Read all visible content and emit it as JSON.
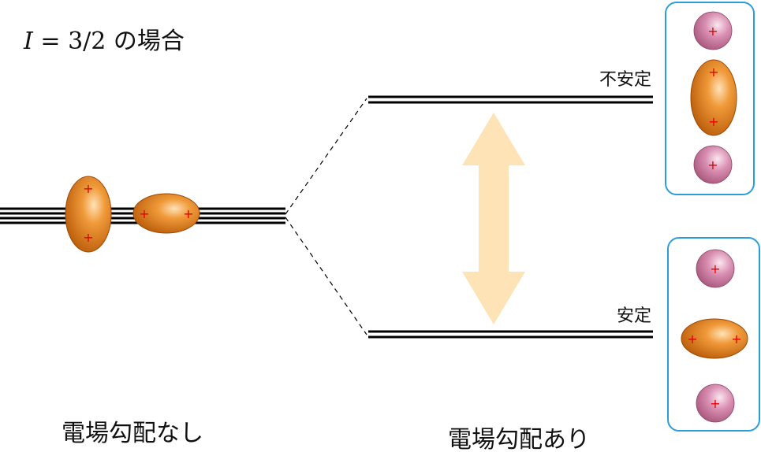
{
  "title": {
    "italic_symbol": "I",
    "equals_value": " = 3/2",
    "suffix": " の場合"
  },
  "levels": {
    "unstable_label": "不安定",
    "stable_label": "安定"
  },
  "bottom_labels": {
    "no_gradient": "電場勾配なし",
    "with_gradient": "電場勾配あり"
  },
  "charge_symbol": "+",
  "colors": {
    "nucleus_orange": "#d9730f",
    "nucleus_highlight": "#ffd9a8",
    "charge_sphere": "#d07fa3",
    "charge_highlight": "#f6dbe7",
    "arrow_fill": "#fde3b5",
    "box_border": "#2b9ed9",
    "plus_red": "#e00000",
    "line_black": "#000000"
  }
}
